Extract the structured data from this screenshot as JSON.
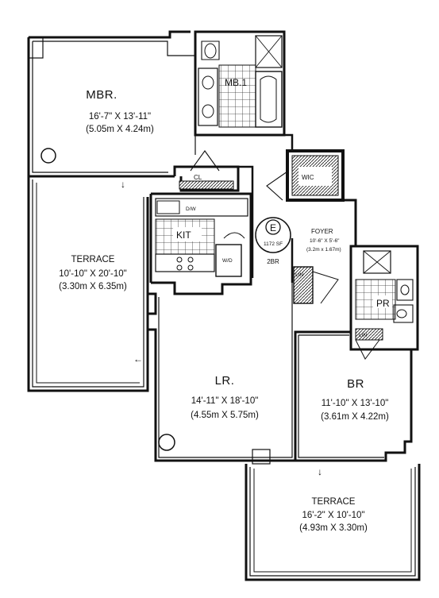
{
  "plan": {
    "unit_badge": {
      "letter": "E",
      "area": "1172 SF",
      "type": "2BR"
    },
    "rooms": {
      "mbr": {
        "name": "MBR.",
        "dim_imperial": "16'-7\" X 13'-11\"",
        "dim_metric": "(5.05m X 4.24m)"
      },
      "mb": {
        "name": "MB.1"
      },
      "cl": {
        "name": "CL"
      },
      "wic": {
        "name": "WIC"
      },
      "dw": {
        "name": "D/W"
      },
      "kit": {
        "name": "KIT"
      },
      "wd": {
        "name": "W/D"
      },
      "foyer": {
        "name": "FOYER",
        "dim_imperial": "10'-6\" X 5'-6\"",
        "dim_metric": "(3.2m x 1.67m)"
      },
      "lin": {
        "name": "LIN"
      },
      "pr": {
        "name": "PR"
      },
      "terrace1": {
        "name": "TERRACE",
        "dim_imperial": "10'-10\" X 20'-10\"",
        "dim_metric": "(3.30m X 6.35m)"
      },
      "lr": {
        "name": "LR.",
        "dim_imperial": "14'-11\" X 18'-10\"",
        "dim_metric": "(4.55m X 5.75m)"
      },
      "br": {
        "name": "BR",
        "dim_imperial": "11'-10\" X 13'-10\"",
        "dim_metric": "(3.61m X 4.22m)"
      },
      "terrace2": {
        "name": "TERRACE",
        "dim_imperial": "16'-2\" X 10'-10\"",
        "dim_metric": "(4.93m X 3.30m)"
      }
    }
  }
}
